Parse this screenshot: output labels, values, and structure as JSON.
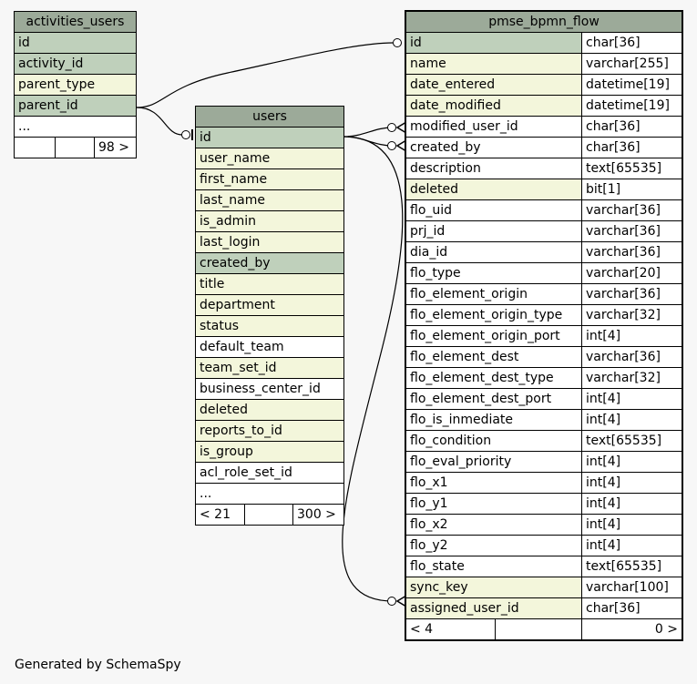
{
  "credit": "Generated by SchemaSpy",
  "activities_users": {
    "title": "activities_users",
    "rows": [
      {
        "name": "id",
        "kind": "key"
      },
      {
        "name": "activity_id",
        "kind": "key"
      },
      {
        "name": "parent_type",
        "kind": "idx"
      },
      {
        "name": "parent_id",
        "kind": "key"
      },
      {
        "name": "...",
        "kind": "plain"
      }
    ],
    "footer": [
      "",
      "",
      "98 >"
    ]
  },
  "users": {
    "title": "users",
    "rows": [
      {
        "name": "id",
        "kind": "key"
      },
      {
        "name": "user_name",
        "kind": "idx"
      },
      {
        "name": "first_name",
        "kind": "idx"
      },
      {
        "name": "last_name",
        "kind": "idx"
      },
      {
        "name": "is_admin",
        "kind": "idx"
      },
      {
        "name": "last_login",
        "kind": "idx"
      },
      {
        "name": "created_by",
        "kind": "key"
      },
      {
        "name": "title",
        "kind": "idx"
      },
      {
        "name": "department",
        "kind": "idx"
      },
      {
        "name": "status",
        "kind": "idx"
      },
      {
        "name": "default_team",
        "kind": "plain"
      },
      {
        "name": "team_set_id",
        "kind": "idx"
      },
      {
        "name": "business_center_id",
        "kind": "plain"
      },
      {
        "name": "deleted",
        "kind": "idx"
      },
      {
        "name": "reports_to_id",
        "kind": "idx"
      },
      {
        "name": "is_group",
        "kind": "idx"
      },
      {
        "name": "acl_role_set_id",
        "kind": "plain"
      },
      {
        "name": "...",
        "kind": "plain"
      }
    ],
    "footer": [
      "< 21",
      "",
      "300 >"
    ]
  },
  "pmse_bpmn_flow": {
    "title": "pmse_bpmn_flow",
    "rows": [
      {
        "name": "id",
        "type": "char[36]",
        "kind": "key"
      },
      {
        "name": "name",
        "type": "varchar[255]",
        "kind": "idx"
      },
      {
        "name": "date_entered",
        "type": "datetime[19]",
        "kind": "idx"
      },
      {
        "name": "date_modified",
        "type": "datetime[19]",
        "kind": "idx"
      },
      {
        "name": "modified_user_id",
        "type": "char[36]",
        "kind": "plain"
      },
      {
        "name": "created_by",
        "type": "char[36]",
        "kind": "plain"
      },
      {
        "name": "description",
        "type": "text[65535]",
        "kind": "plain"
      },
      {
        "name": "deleted",
        "type": "bit[1]",
        "kind": "idx"
      },
      {
        "name": "flo_uid",
        "type": "varchar[36]",
        "kind": "plain"
      },
      {
        "name": "prj_id",
        "type": "varchar[36]",
        "kind": "plain"
      },
      {
        "name": "dia_id",
        "type": "varchar[36]",
        "kind": "plain"
      },
      {
        "name": "flo_type",
        "type": "varchar[20]",
        "kind": "plain"
      },
      {
        "name": "flo_element_origin",
        "type": "varchar[36]",
        "kind": "plain"
      },
      {
        "name": "flo_element_origin_type",
        "type": "varchar[32]",
        "kind": "plain"
      },
      {
        "name": "flo_element_origin_port",
        "type": "int[4]",
        "kind": "plain"
      },
      {
        "name": "flo_element_dest",
        "type": "varchar[36]",
        "kind": "plain"
      },
      {
        "name": "flo_element_dest_type",
        "type": "varchar[32]",
        "kind": "plain"
      },
      {
        "name": "flo_element_dest_port",
        "type": "int[4]",
        "kind": "plain"
      },
      {
        "name": "flo_is_inmediate",
        "type": "int[4]",
        "kind": "plain"
      },
      {
        "name": "flo_condition",
        "type": "text[65535]",
        "kind": "plain"
      },
      {
        "name": "flo_eval_priority",
        "type": "int[4]",
        "kind": "plain"
      },
      {
        "name": "flo_x1",
        "type": "int[4]",
        "kind": "plain"
      },
      {
        "name": "flo_y1",
        "type": "int[4]",
        "kind": "plain"
      },
      {
        "name": "flo_x2",
        "type": "int[4]",
        "kind": "plain"
      },
      {
        "name": "flo_y2",
        "type": "int[4]",
        "kind": "plain"
      },
      {
        "name": "flo_state",
        "type": "text[65535]",
        "kind": "plain"
      },
      {
        "name": "sync_key",
        "type": "varchar[100]",
        "kind": "idx"
      },
      {
        "name": "assigned_user_id",
        "type": "char[36]",
        "kind": "idx"
      }
    ],
    "footer": [
      "< 4",
      "",
      "0 >"
    ]
  },
  "colors": {
    "header": "#9caa99",
    "key": "#bfd0bb",
    "indexed": "#f3f6db",
    "background": "#f7f7f7"
  }
}
